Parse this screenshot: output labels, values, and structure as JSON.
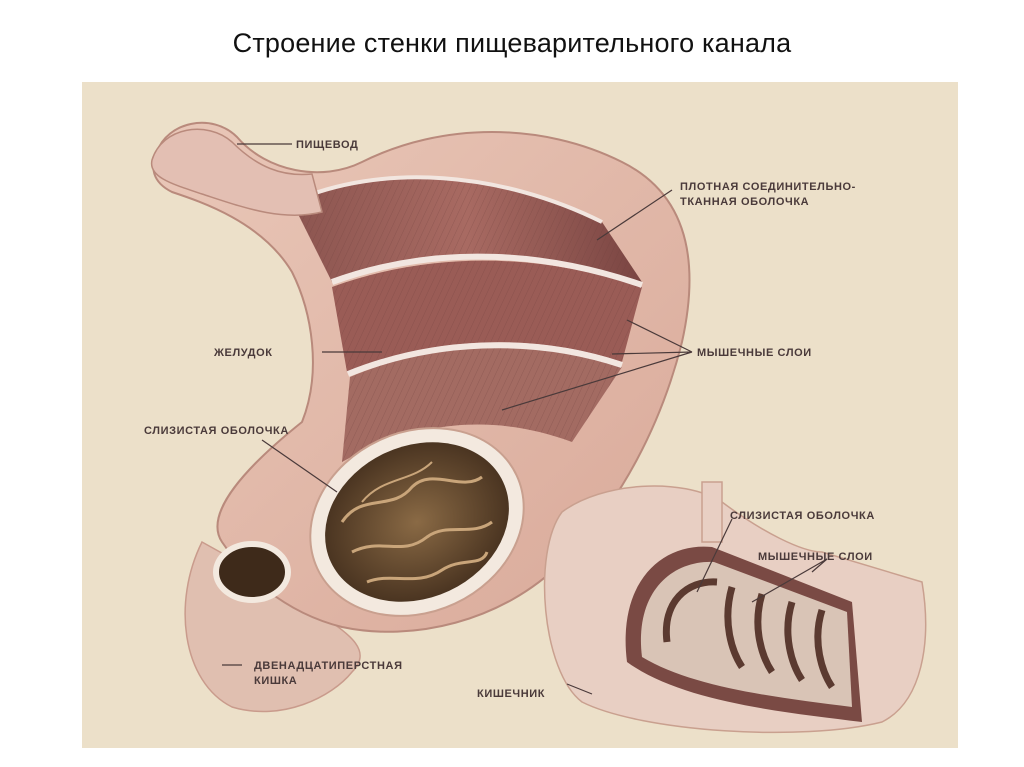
{
  "title": "Строение стенки пищеварительного канала",
  "labels": {
    "esophagus": "ПИЩЕВОД",
    "dense_coat_1": "ПЛОТНАЯ СОЕДИНИТЕЛЬНО-",
    "dense_coat_2": "ТКАННАЯ ОБОЛОЧКА",
    "stomach": "ЖЕЛУДОК",
    "muscle_layers": "МЫШЕЧНЫЕ СЛОИ",
    "mucosa": "СЛИЗИСТАЯ ОБОЛОЧКА",
    "duodenum_1": "ДВЕНАДЦАТИПЕРСТНАЯ",
    "duodenum_2": "КИШКА",
    "intestine_mucosa": "СЛИЗИСТАЯ ОБОЛОЧКА",
    "intestine_muscle": "МЫШЕЧНЫЕ СЛОИ",
    "intestine": "КИШЕЧНИК"
  }
}
